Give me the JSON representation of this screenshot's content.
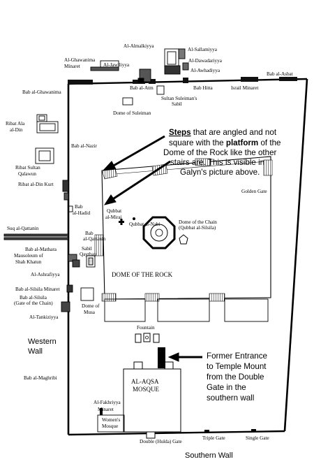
{
  "labels": {
    "al_almalkiyya": "Al-Almalkiyya",
    "al_sallamiyya": "Al-Sallamiyya",
    "al_dawadariyya": "Al-Dawadariyya",
    "al_awhadiyya": "Al-Awhadiyya",
    "al_ghawanima_minaret_1": "Al-Ghawanima",
    "al_ghawanima_minaret_2": "Minaret",
    "al_jawiliyya": "Al-Jawiliyya",
    "bab_al_asbat": "Bab al-Asbat",
    "bab_al_ghawanima": "Bab al-Ghawanima",
    "bab_al_atm": "Bab al-Atm",
    "bab_hitta": "Bab Hitta",
    "israil_minaret": "Israil Minaret",
    "sultan_suleimans_sabil_1": "Sultan Suleiman's",
    "sultan_suleimans_sabil_2": "Sabil",
    "dome_of_suleiman": "Dome of Suleiman",
    "ribat_ala_al_din_1": "Ribat Ala",
    "ribat_ala_al_din_2": "al-Din",
    "bab_al_nazir": "Bab al-Nazir",
    "ribat_sultan_qalawun_1": "Ribat Sultan",
    "ribat_sultan_qalawun_2": "Qalawun",
    "ribat_al_din_kurt": "Ribat al-Din Kurt",
    "golden_gate": "Golden Gate",
    "bab_al_hadid_1": "Bab",
    "bab_al_hadid_2": "al-Hadid",
    "suq_al_qattanin": "Suq al-Qattanin",
    "qubbat_al_miraj_1": "Qubbat",
    "qubbat_al_miraj_2": "al-Miraj",
    "qubbat_al_nabi": "Qubbat al-Nabi",
    "bab_al_qattanin_1": "Bab",
    "bab_al_qattanin_2": "al-Qattanin",
    "dome_of_the_chain_1": "Dome of the Chain",
    "dome_of_the_chain_2": "(Qubbat al-Silsila)",
    "bab_al_mathara": "Bab al-Mathara",
    "sabil_qaytbay_1": "Sabil",
    "sabil_qaytbay_2": "Qaytbay",
    "mausoleum_1": "Mausoleum of",
    "mausoleum_2": "Shah Khatun",
    "al_ashrafiyya": "Al-Ashrafiyya",
    "dome_of_the_rock": "DOME OF THE ROCK",
    "al_silsila_minaret": "Bab al-Silsila Minaret",
    "bab_al_silsila_1": "Bab al-Silsila",
    "bab_al_silsila_2": "(Gate of the Chain)",
    "al_tankiziyya": "Al-Tankiziyya",
    "dome_of_musa_1": "Dome of",
    "dome_of_musa_2": "Musa",
    "fountain": "Fountain",
    "western_wall_1": "Western",
    "western_wall_2": "Wall",
    "bab_al_maghribi": "Bab al-Maghribi",
    "al_aqsa_1": "AL-AQSA",
    "al_aqsa_2": "MOSQUE",
    "al_fakhriyya_1": "Al-Fakhriyya",
    "al_fakhriyya_2": "Minaret",
    "womens_mosque_1": "Women's",
    "womens_mosque_2": "Mosque",
    "double_gate": "Double (Hulda) Gate",
    "triple_gate": "Triple Gate",
    "single_gate": "Single Gate",
    "southern_wall": "Southern Wall"
  },
  "annotation_steps": {
    "w_steps": "Steps",
    "l1_rest": " that are angled and not",
    "l2_a": "square with the ",
    "w_platform": "platform",
    "l2_b": " of the",
    "l3": "Dome of the Rock like the other",
    "l4": "stairs are. This is visible in",
    "l5": "Galyn's picture above."
  },
  "annotation_entrance": {
    "l1": "Former Entrance",
    "l2": "to Temple Mount",
    "l3": "from the Double",
    "l4": "Gate in the",
    "l5": "southern wall"
  }
}
